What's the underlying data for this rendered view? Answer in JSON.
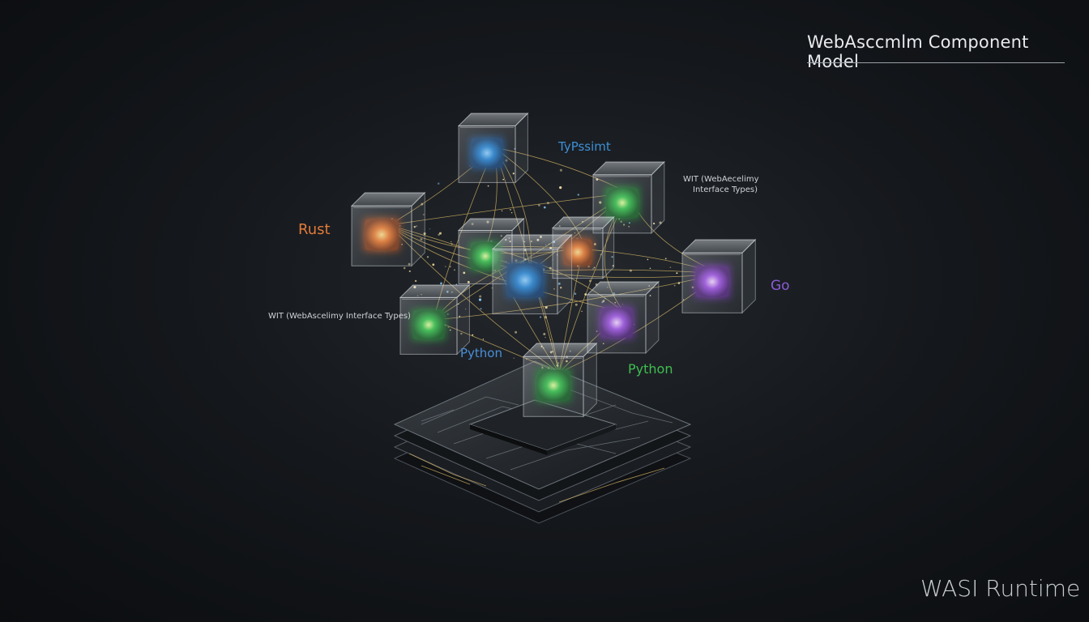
{
  "title": "WebAsccmlm Component Model",
  "footer": "WASI Runtime",
  "labels": {
    "rust": "Rust",
    "typescript": "TyPssimt",
    "wit_right": [
      "WIT (WebAecelimy",
      "Interface Types)"
    ],
    "wit_left": "WIT (WebAscelimy Interface Types)",
    "go": "Go",
    "python_left": "Python",
    "python_right": "Python"
  },
  "colors": {
    "rust": "#e07a3a",
    "typescript": "#3d8fd6",
    "go": "#8b5bd6",
    "python_blue": "#4a8fd8",
    "python_green": "#3fbf50",
    "wit": "#cfd3d8",
    "connections": "#e6c36a"
  }
}
